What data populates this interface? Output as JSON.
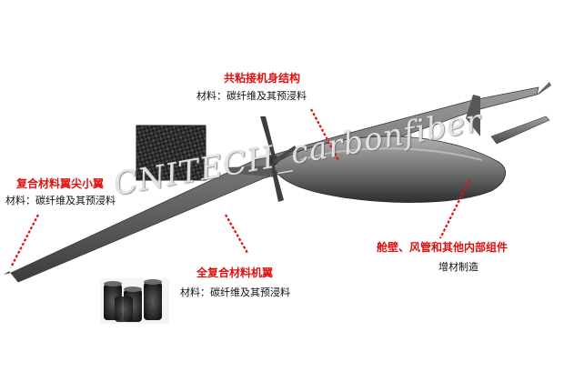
{
  "labels": {
    "bonded_fuselage": {
      "title": "共粘接机身结构",
      "material": "材料：碳纤维及其预浸料"
    },
    "wingtip": {
      "title": "复合材料翼尖小翼",
      "material": "材料：碳纤维及其预浸料"
    },
    "full_wing": {
      "title": "全复合材料机翼",
      "material": "材料：碳纤维及其预浸料"
    },
    "internal_parts": {
      "title": "舱壁、风管和其他内部组件",
      "material": "增材制造"
    }
  },
  "watermark": "CNITECH_carbonfiber",
  "colors": {
    "callout_red": "#e01010",
    "text_black": "#111111",
    "aircraft_gray": "#6b6b6b"
  },
  "images": {
    "carbon_fabric": "carbon-fiber-weave-swatch",
    "fiber_spools": "carbon-fiber-spools"
  }
}
